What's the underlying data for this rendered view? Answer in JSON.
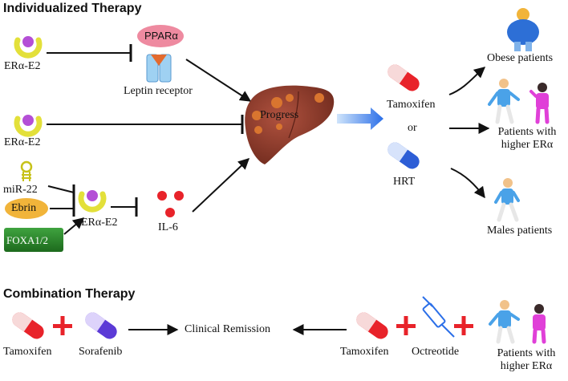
{
  "headings": {
    "individualized": "Individualized Therapy",
    "combination": "Combination Therapy"
  },
  "labels": {
    "era_e2_1": "ERα-E2",
    "era_e2_2": "ERα-E2",
    "era_e2_3": "ERα-E2",
    "ppara": "PPARα",
    "leptin": "Leptin receptor",
    "progress": "Progress",
    "mir22": "miR-22",
    "ebrin": "Ebrin",
    "foxa": "FOXA1/2",
    "il6": "IL-6",
    "tamoxifen": "Tamoxifen",
    "or": "or",
    "hrt": "HRT",
    "obese": "Obese patients",
    "higher_era": "Patients with higher ERα",
    "males": "Males patients"
  },
  "combination": {
    "left_drug1": "Tamoxifen",
    "left_drug2": "Sorafenib",
    "remission": "Clinical Remission",
    "right_drug1": "Tamoxifen",
    "right_drug2": "Octreotide",
    "right_patients": "Patients with higher ERα"
  },
  "colors": {
    "red": "#e8232a",
    "liver": "#8b3a2b",
    "yellow": "#e3e03a",
    "purple": "#b44fd6",
    "arrow_blue": "#2b6fe8"
  }
}
